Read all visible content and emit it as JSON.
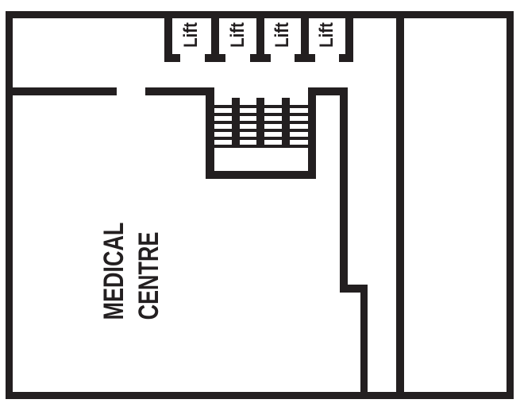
{
  "colors": {
    "ink": "#231f20",
    "background": "#ffffff"
  },
  "rooms": {
    "medical_centre_label": "MEDICAL\nCENTRE"
  },
  "lifts": {
    "labels": [
      "Lift",
      "Lift",
      "Lift",
      "Lift"
    ]
  }
}
